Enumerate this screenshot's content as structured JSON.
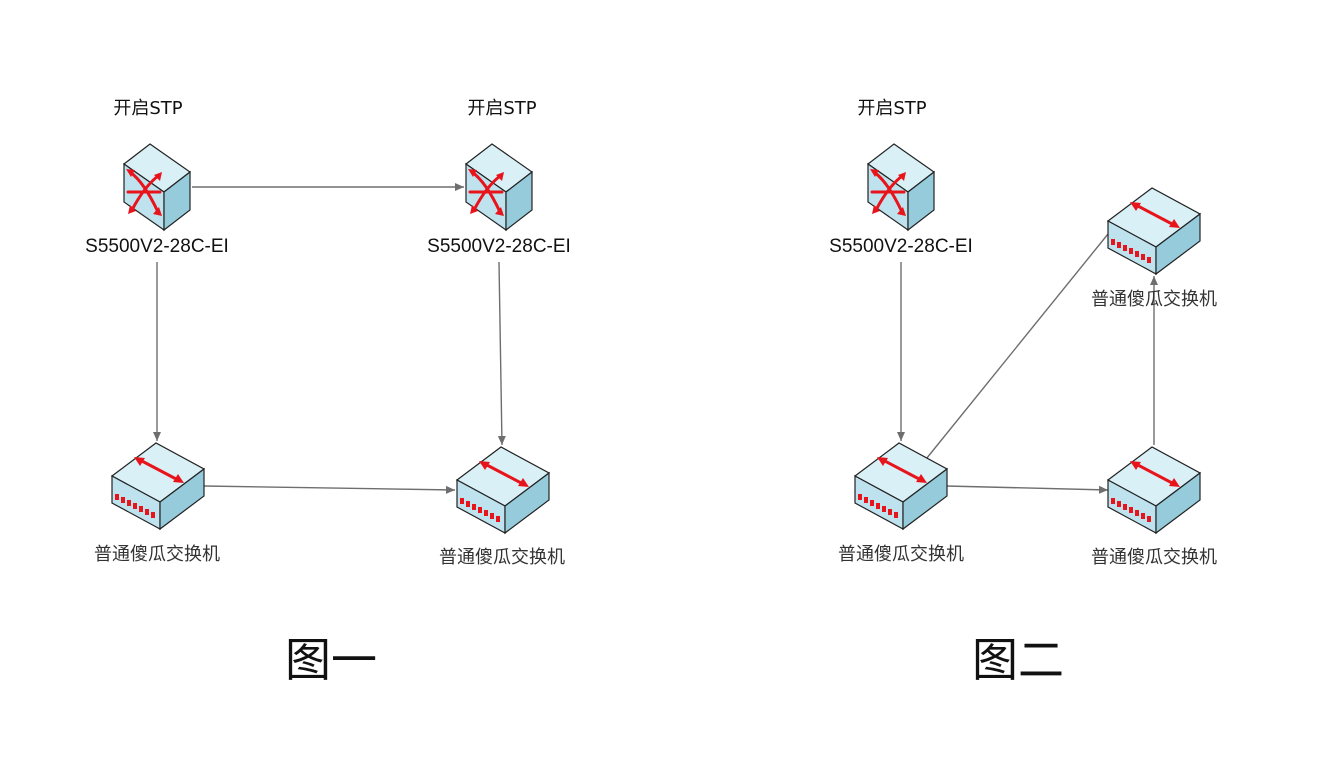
{
  "stp_label": "开启STP",
  "model_label": "S5500V2-28C-EI",
  "dumb_label": "普通傻瓜交换机",
  "figure1": {
    "caption": "图一",
    "nodes": [
      {
        "id": "f1-s1",
        "kind": "stp-switch"
      },
      {
        "id": "f1-s2",
        "kind": "stp-switch"
      },
      {
        "id": "f1-d1",
        "kind": "dumb-switch"
      },
      {
        "id": "f1-d2",
        "kind": "dumb-switch"
      }
    ],
    "links": [
      [
        "f1-s1",
        "f1-s2"
      ],
      [
        "f1-s1",
        "f1-d1"
      ],
      [
        "f1-s2",
        "f1-d2"
      ],
      [
        "f1-d1",
        "f1-d2"
      ]
    ]
  },
  "figure2": {
    "caption": "图二",
    "nodes": [
      {
        "id": "f2-s1",
        "kind": "stp-switch"
      },
      {
        "id": "f2-d1",
        "kind": "dumb-switch"
      },
      {
        "id": "f2-d2",
        "kind": "dumb-switch"
      },
      {
        "id": "f2-d3",
        "kind": "dumb-switch"
      }
    ],
    "links": [
      [
        "f2-s1",
        "f2-d1"
      ],
      [
        "f2-d1",
        "f2-d2"
      ],
      [
        "f2-d2",
        "f2-d3"
      ],
      [
        "f2-d3",
        "f2-d1"
      ]
    ]
  },
  "colors": {
    "box_face": "#bfe3ee",
    "box_top": "#d9f0f6",
    "box_side": "#9ccfdf",
    "outline": "#222222",
    "arrow_red": "#e8141b",
    "link": "#6e6e6e"
  }
}
